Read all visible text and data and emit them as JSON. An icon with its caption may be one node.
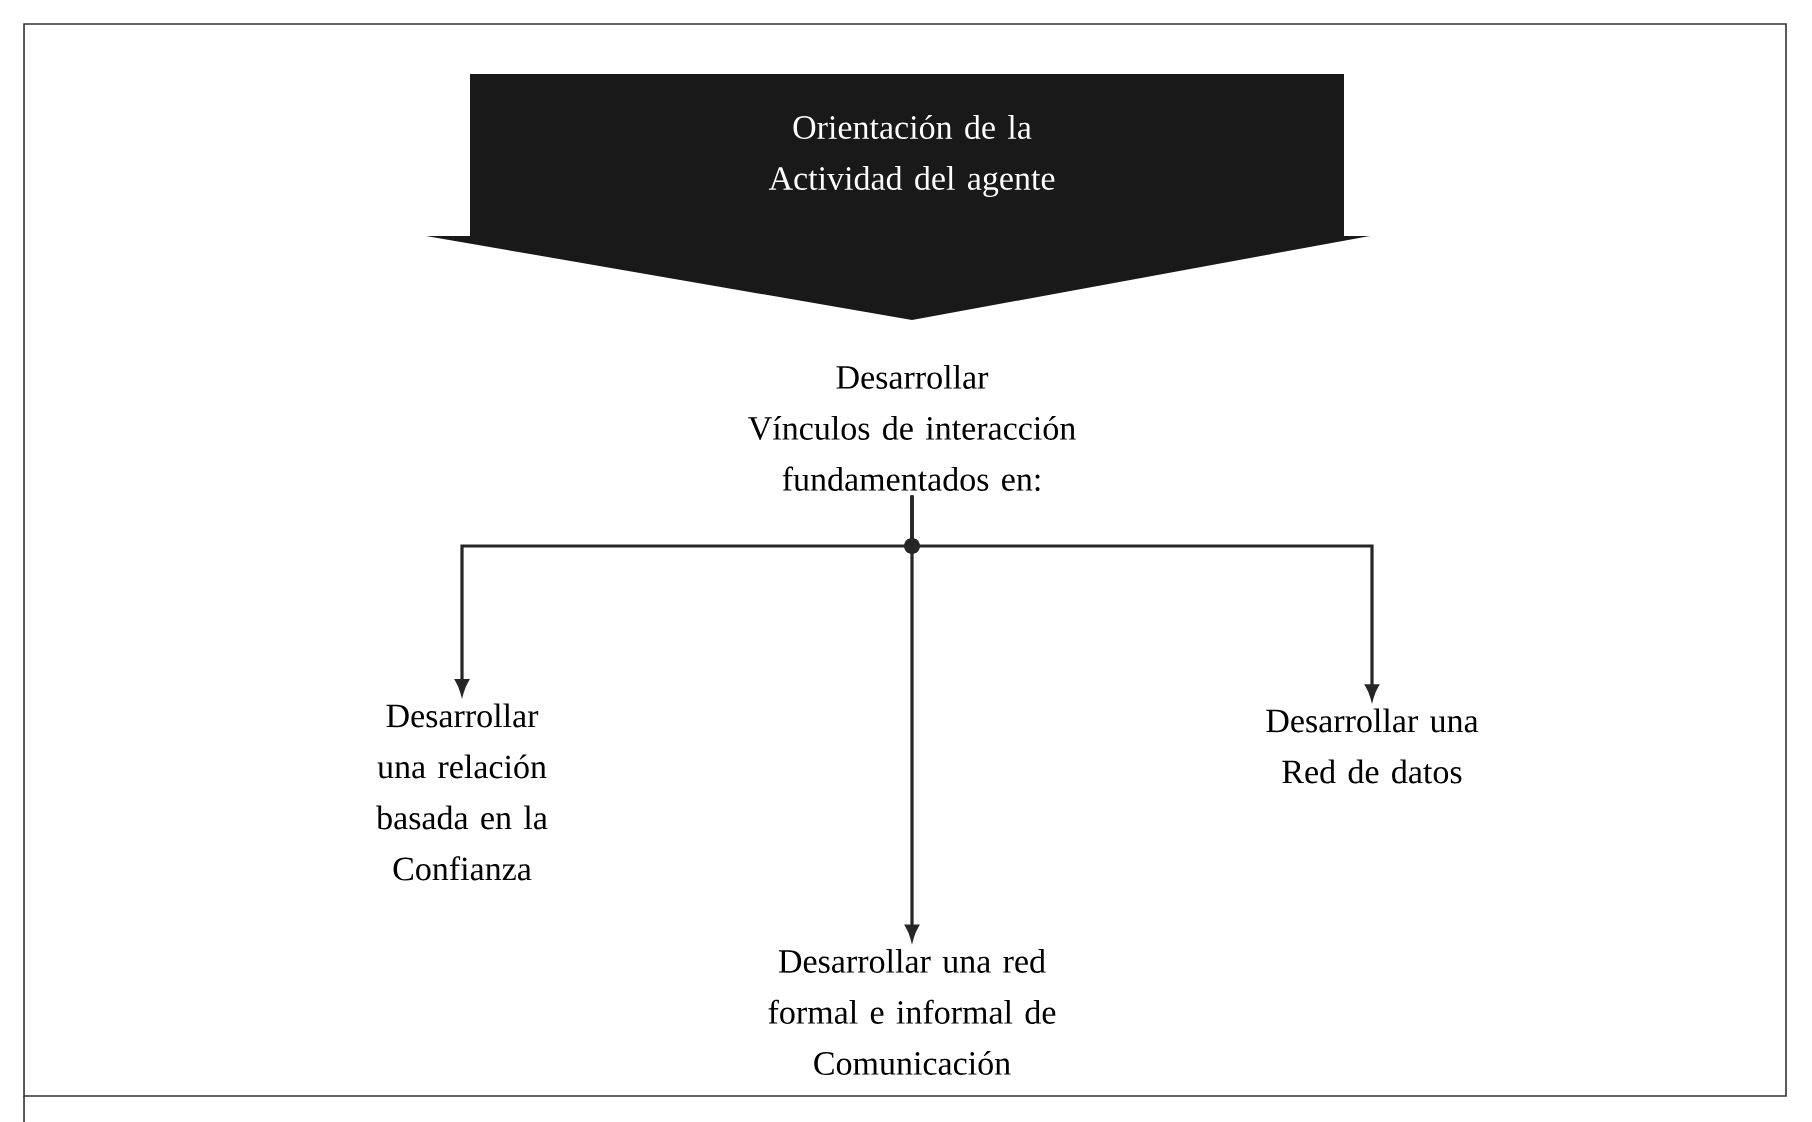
{
  "diagram": {
    "nodes": [
      {
        "text": [
          "Orientación de la",
          "Actividad del agente"
        ]
      },
      {
        "text": [
          "Desarrollar",
          "Vínculos de interacción",
          "fundamentados en:"
        ]
      },
      {
        "text": [
          "Desarrollar una relación basada en la",
          "Confianza"
        ]
      },
      {
        "text": [
          "Desarrollar una",
          "Red de datos"
        ]
      },
      {
        "text": [
          "Desarrollar una red formal e informal de",
          "Comunicación"
        ]
      }
    ],
    "edges": [
      {
        "from": 1,
        "to": 2,
        "arrow": "to"
      },
      {
        "from": 1,
        "to": 4,
        "arrow": "to"
      },
      {
        "from": 1,
        "to": 3,
        "arrow": "to"
      }
    ]
  }
}
